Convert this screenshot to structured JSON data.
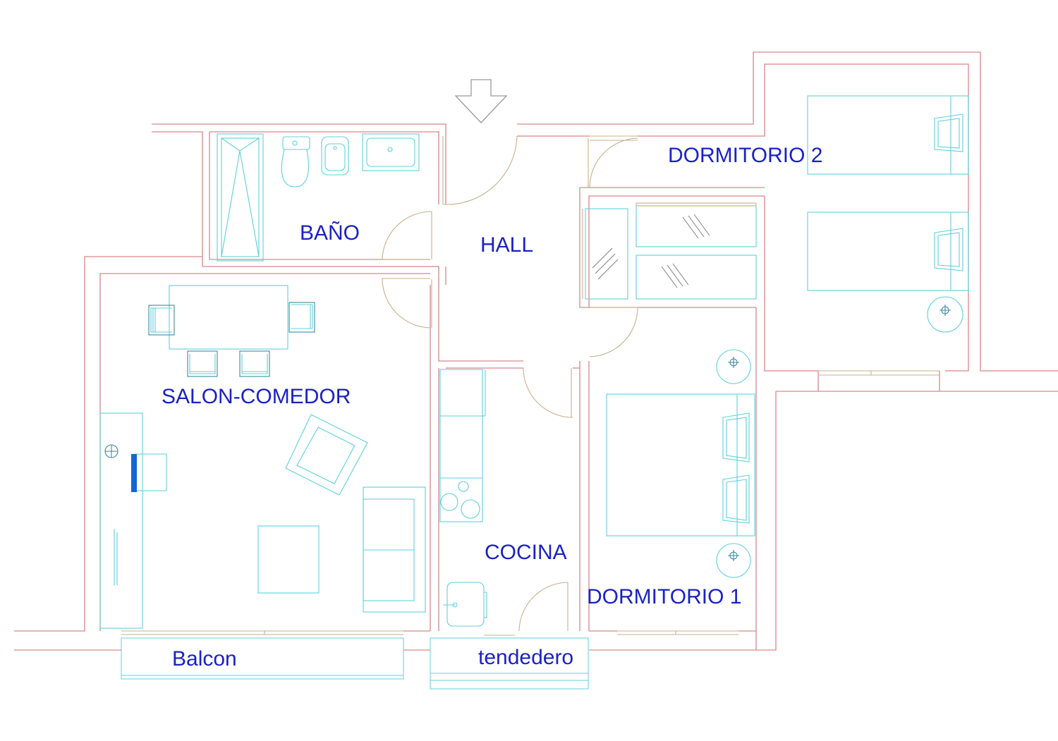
{
  "rooms": {
    "bano": "BAÑO",
    "hall": "HALL",
    "dormitorio2": "DORMITORIO 2",
    "salon": "SALON-COMEDOR",
    "cocina": "COCINA",
    "dormitorio1": "DORMITORIO 1",
    "balcon": "Balcon",
    "tendedero": "tendedero"
  },
  "colors": {
    "walls": "#d9868a",
    "furniture": "#5ed0dc",
    "doors": "#c8b08a",
    "labels": "#1a22c4",
    "tv_screen": "#1566d6"
  }
}
